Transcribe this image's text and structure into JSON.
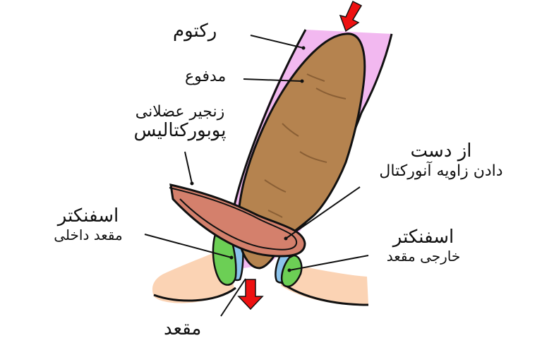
{
  "diagram": {
    "title": "Anorectal anatomy - puborectalis muscle and sphincters",
    "language": "fa",
    "labels": {
      "rectum": "رکتوم",
      "stool": "مدفوع",
      "puborectalis_line1": "زنجیر عضلانی",
      "puborectalis_line2": "پوبورکتالیس",
      "anorectal_angle_line1": "از دست",
      "anorectal_angle_line2": "دادن زاویه آنورکتال",
      "internal_sphincter_line1": "اسفنکتر",
      "internal_sphincter_line2": "مقعد داخلی",
      "external_sphincter_line1": "اسفنکتر",
      "external_sphincter_line2": "خارجی مقعد",
      "anus": "مقعد"
    },
    "arrows": [
      {
        "name": "top-arrow",
        "direction": "down-left",
        "color": "#ee1111"
      },
      {
        "name": "bottom-arrow",
        "direction": "down",
        "color": "#ee1111"
      }
    ],
    "colors": {
      "rectum_wall": "#f2b8f0",
      "stool": "#b5834f",
      "stool_stroke": "#8a5f35",
      "puborectalis": "#d4806c",
      "internal_sphincter": "#8cc4ec",
      "external_sphincter": "#6ccf55",
      "buttock": "#fbd3b4",
      "outline": "#111111",
      "arrow": "#ee1111"
    }
  }
}
